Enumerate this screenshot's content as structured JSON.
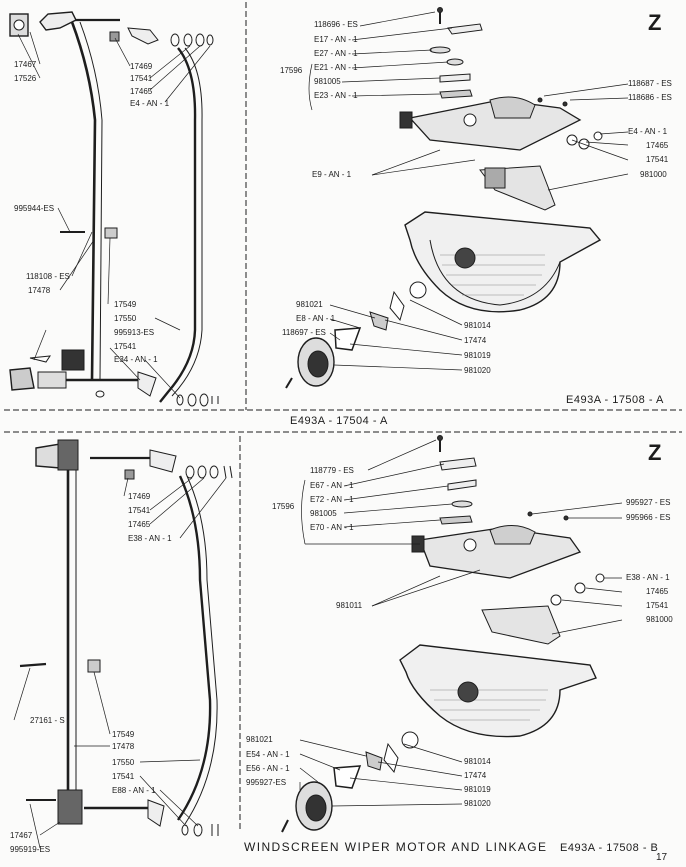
{
  "top": {
    "left_labels": {
      "l17467": "17467",
      "l17526": "17526",
      "l17469": "17469",
      "l17541": "17541",
      "l17465": "17465",
      "le4": "E4 - AN - 1",
      "l995944": "995944-ES",
      "l118108": "118108 - ES",
      "l17478": "17478",
      "l17549": "17549",
      "l17550": "17550",
      "l995913": "995913-ES",
      "l17541b": "17541",
      "le34": "E34 - AN - 1"
    },
    "right_labels": {
      "l118696": "118696 - ES",
      "le17": "E17 - AN - 1",
      "le27": "E27 - AN - 1",
      "l17596": "17596",
      "le21": "E21 - AN - 1",
      "l981005": "981005",
      "le23": "E23 - AN - 1",
      "l118687": "118687 - ES",
      "l118686": "118686 - ES",
      "le4": "E4 - AN - 1",
      "l17465": "17465",
      "l17541": "17541",
      "le9": "E9 - AN - 1",
      "l981000": "981000",
      "l981021": "981021",
      "le8": "E8 - AN - 1",
      "l118697": "118697 - ES",
      "l981014": "981014",
      "l17474": "17474",
      "l981019": "981019",
      "l981020": "981020"
    },
    "zone": "Z",
    "figure_ref": "E493A - 17508 - A",
    "divider_caption": "E493A - 17504 - A"
  },
  "bottom": {
    "left_labels": {
      "l17469": "17469",
      "l17541": "17541",
      "l17465": "17465",
      "le38": "E38 - AN - 1",
      "l27161": "27161 - S",
      "l17549": "17549",
      "l17478": "17478",
      "l17550": "17550",
      "l17541b": "17541",
      "le88": "E88 - AN - 1",
      "l17467": "17467",
      "l995919": "995919-ES"
    },
    "right_labels": {
      "l118779": "118779 - ES",
      "le67": "E67 - AN - 1",
      "le72": "E72 - AN - 1",
      "l17596": "17596",
      "l981005": "981005",
      "le70": "E70 - AN - 1",
      "l995927": "995927 - ES",
      "l995966": "995966 - ES",
      "le38": "E38 - AN - 1",
      "l17465": "17465",
      "l17541": "17541",
      "l981000": "981000",
      "l981011": "981011",
      "l981021": "981021",
      "le54": "E54 - AN - 1",
      "le56": "E56 - AN - 1",
      "l995927b": "995927-ES",
      "l981014": "981014",
      "l17474": "17474",
      "l981019": "981019",
      "l981020": "981020"
    },
    "zone": "Z",
    "figure_ref": "E493A - 17508 - B",
    "title": "WINDSCREEN WIPER MOTOR AND LINKAGE",
    "page_number": "17"
  }
}
